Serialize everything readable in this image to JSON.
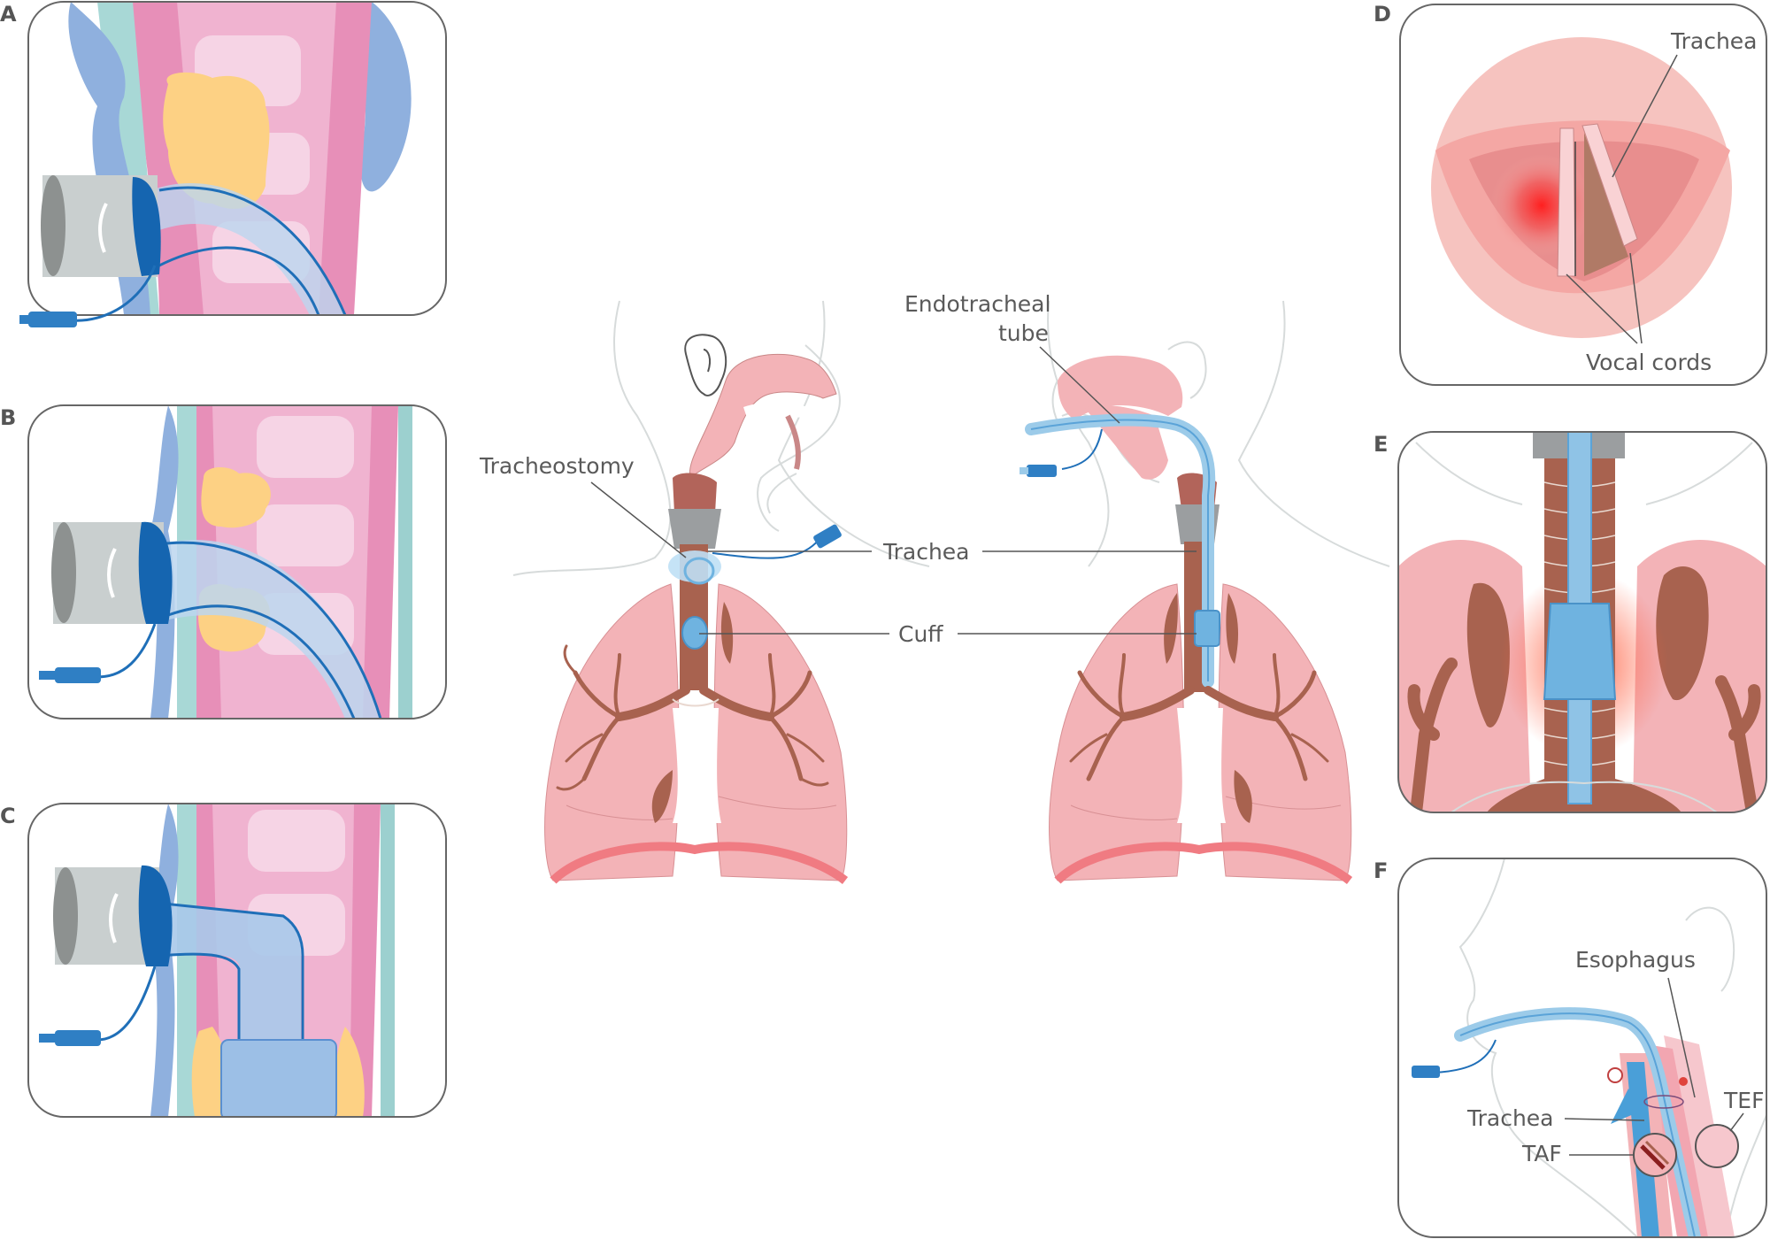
{
  "panels": {
    "a": "A",
    "b": "B",
    "c": "C",
    "d": "D",
    "e": "E",
    "f": "F"
  },
  "labels": {
    "tracheostomy": "Tracheostomy",
    "trachea_center": "Trachea",
    "cuff": "Cuff",
    "endotracheal_line1": "Endotracheal",
    "endotracheal_line2": "tube",
    "d_trachea": "Trachea",
    "d_vocal_cords": "Vocal cords",
    "f_esophagus": "Esophagus",
    "f_trachea": "Trachea",
    "f_taf": "TAF",
    "f_tef": "TEF"
  },
  "colors": {
    "tissue_pink": "#e78fb8",
    "tissue_light": "#f4c6dc",
    "lung_pink": "#f3b3b7",
    "bronchi_brown": "#a8624f",
    "tube_blue": "#9ccbe9",
    "connector_blue": "#2f7fc4",
    "cuff_blue": "#6fb3e0",
    "thyroid_yellow": "#fdd184",
    "vertebra_blue": "#8fb0de",
    "cannula_grey": "#c9cfcf",
    "outline": "#8a8a8a"
  }
}
